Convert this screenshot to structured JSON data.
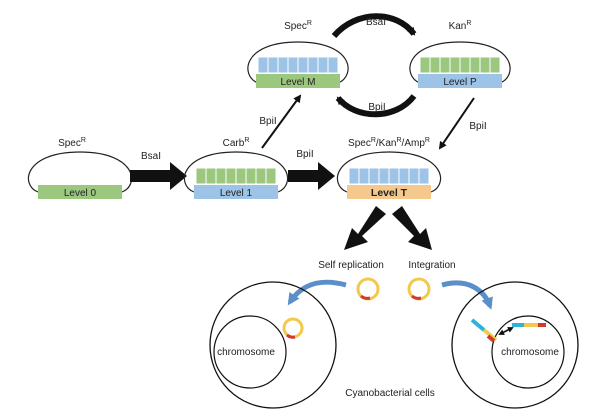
{
  "colors": {
    "green": "#9bc77f",
    "blue": "#9dc3e6",
    "orange": "#f5c88d",
    "yellow": "#f2c94c",
    "red": "#d13a2e",
    "cyan": "#2bb3d9",
    "curved_arrow": "#5b8fc9",
    "black": "#111111"
  },
  "plasmids": {
    "level0": {
      "marker": "Spec",
      "marker_sup": "R",
      "label": "Level 0"
    },
    "level1": {
      "marker": "Carb",
      "marker_sup": "R",
      "label": "Level 1"
    },
    "levelM": {
      "marker": "Spec",
      "marker_sup": "R",
      "label": "Level M"
    },
    "levelP": {
      "marker": "Kan",
      "marker_sup": "R",
      "label": "Level P"
    },
    "levelT": {
      "marker_parts": [
        {
          "text": "Spec",
          "sup": "R"
        },
        {
          "text": "/Kan",
          "sup": "R"
        },
        {
          "text": "/Amp",
          "sup": "R"
        }
      ],
      "label": "Level T"
    }
  },
  "enzymes": {
    "bsai_0_to_1": "BsaI",
    "bpii_1_to_T": "BpiI",
    "bpii_1_to_M": "BpiI",
    "bsai_M_to_P": "BsaI",
    "bpii_P_to_M": "BpiI",
    "bpii_P_to_T": "BpiI"
  },
  "outcomes": {
    "self_replication": "Self replication",
    "integration": "Integration"
  },
  "cells": {
    "chromosome_label": "chromosome",
    "caption": "Cyanobacterial cells"
  }
}
